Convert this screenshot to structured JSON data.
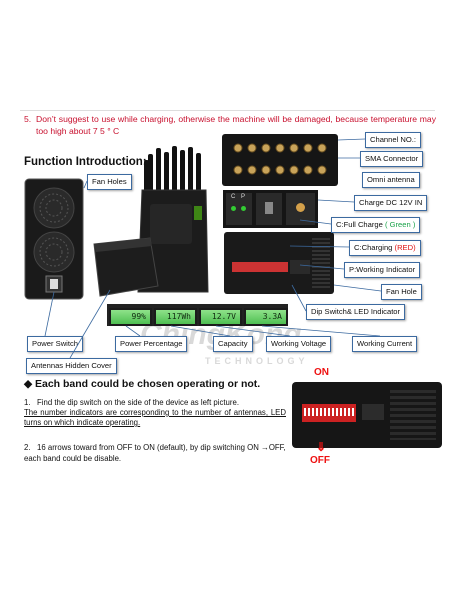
{
  "warning": {
    "number": "5.",
    "text": "Don’t suggest to use while charging, otherwise the machine will be damaged, because temperature may too high about 7 5 ° C"
  },
  "function_title": "Function Introduction:",
  "labels": {
    "channel_no": "Channel NO.:",
    "sma_connector": "SMA Connector",
    "omni_antenna": "Omni antenna",
    "charge_dc": "Charge DC 12V IN",
    "full_charge_prefix": "C:Full Charge",
    "full_charge_color": "( Green )",
    "charging_prefix": "C:Charging",
    "charging_color": "(RED)",
    "working_indicator": "P:Working Indicator",
    "fan_hole": "Fan Hole",
    "fan_holes": "Fan Holes",
    "dip_switch": "Dip Switch& LED Indicator",
    "power_switch": "Power Switch",
    "power_percentage": "Power Percentage",
    "capacity": "Capacity",
    "working_voltage": "Working Voltage",
    "working_current": "Working Current",
    "antennas_hidden_cover": "Antennas Hidden Cover"
  },
  "panel_labels": {
    "c": "C",
    "p": "P"
  },
  "lcd": [
    "99%",
    "117Wh",
    "12.7V",
    "3.3A"
  ],
  "band_heading": "Each band could be chosen operating or not.",
  "step1": {
    "number": "1.",
    "line1": "Find the dip switch on the side of the device as left picture.",
    "line2": "The number indicators are corresponding to the number of antennas, LED turns on which indicate operating."
  },
  "step2": {
    "number": "2.",
    "text": "16 arrows toward from OFF to ON (default), by dip switching ON →OFF, each band could be disable."
  },
  "dip_on": "ON",
  "dip_off": "OFF",
  "watermark": {
    "brand": "ChingKong",
    "sub": "TECHNOLOGY"
  },
  "colors": {
    "warning_red": "#c8102e",
    "label_border": "#3c6aa0",
    "lcd_green": "#6fd36b"
  }
}
